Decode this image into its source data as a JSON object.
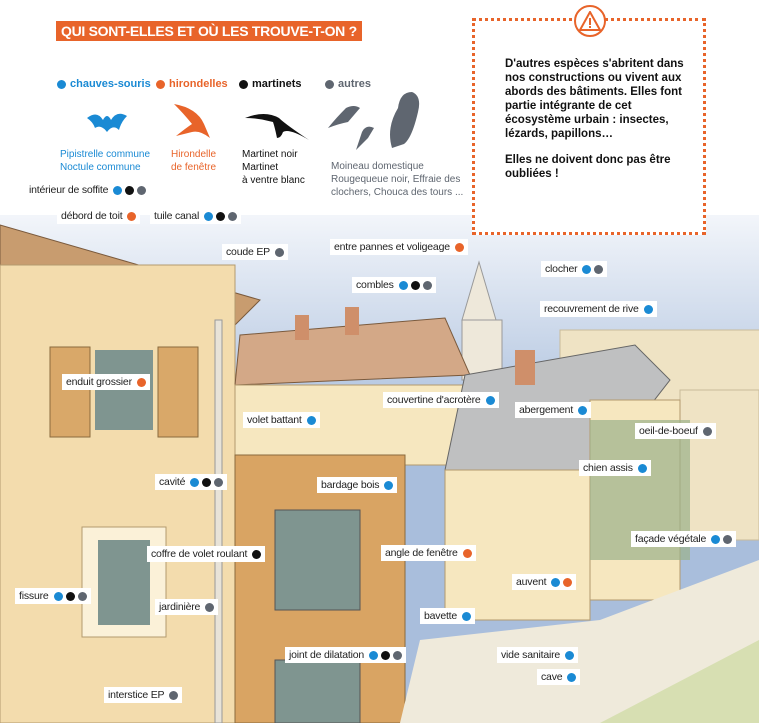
{
  "title": "QUI SONT-ELLES ET OÙ LES TROUVE-T-ON ?",
  "colors": {
    "chauves-souris": "#1a8ad4",
    "hirondelles": "#e8642a",
    "martinets": "#111111",
    "autres": "#5f6670"
  },
  "legend": [
    {
      "key": "b",
      "label": "chauves-souris",
      "species": [
        "Pipistrelle commune",
        "Noctule commune"
      ],
      "icon": "bat-icon"
    },
    {
      "key": "o",
      "label": "hirondelles",
      "species": [
        "Hirondelle",
        "de fenêtre"
      ],
      "icon": "swallow-icon"
    },
    {
      "key": "k",
      "label": "martinets",
      "species": [
        "Martinet noir",
        "Martinet",
        "à ventre blanc"
      ],
      "icon": "swift-icon"
    },
    {
      "key": "g",
      "label": "autres",
      "species": [
        "Moineau domestique",
        "Rougequeue noir, Effraie des",
        "clochers, Chouca des tours ..."
      ],
      "icon": "birds-owl-icon"
    }
  ],
  "warning": {
    "icon": "warning-triangle-icon",
    "p1": "D'autres espèces s'abritent dans nos constructions ou vivent aux abords des bâtiments. Elles font partie intégrante de cet écosystème urbain : insectes, lézards, papillons…",
    "p2": "Elles ne doivent donc pas être oubliées !"
  },
  "labels": [
    {
      "text": "intérieur de soffite",
      "dots": [
        "b",
        "k",
        "g"
      ]
    },
    {
      "text": "débord de toit",
      "dots": [
        "o"
      ]
    },
    {
      "text": "tuile canal",
      "dots": [
        "b",
        "k",
        "g"
      ]
    },
    {
      "text": "coude EP",
      "dots": [
        "g"
      ]
    },
    {
      "text": "entre pannes et voligeage",
      "dots": [
        "o"
      ]
    },
    {
      "text": "combles",
      "dots": [
        "b",
        "k",
        "g"
      ]
    },
    {
      "text": "clocher",
      "dots": [
        "b",
        "g"
      ]
    },
    {
      "text": "recouvrement de rive",
      "dots": [
        "b"
      ]
    },
    {
      "text": "enduit grossier",
      "dots": [
        "o"
      ]
    },
    {
      "text": "couvertine d'acrotère",
      "dots": [
        "b"
      ]
    },
    {
      "text": "abergement",
      "dots": [
        "b"
      ]
    },
    {
      "text": "volet battant",
      "dots": [
        "b"
      ]
    },
    {
      "text": "oeil-de-boeuf",
      "dots": [
        "g"
      ]
    },
    {
      "text": "chien assis",
      "dots": [
        "b"
      ]
    },
    {
      "text": "cavité",
      "dots": [
        "b",
        "k",
        "g"
      ]
    },
    {
      "text": "bardage bois",
      "dots": [
        "b"
      ]
    },
    {
      "text": "coffre de volet roulant",
      "dots": [
        "k"
      ]
    },
    {
      "text": "angle de fenêtre",
      "dots": [
        "o"
      ]
    },
    {
      "text": "façade végétale",
      "dots": [
        "b",
        "g"
      ]
    },
    {
      "text": "auvent",
      "dots": [
        "b",
        "o"
      ]
    },
    {
      "text": "fissure",
      "dots": [
        "b",
        "k",
        "g"
      ]
    },
    {
      "text": "jardinière",
      "dots": [
        "g"
      ]
    },
    {
      "text": "bavette",
      "dots": [
        "b"
      ]
    },
    {
      "text": "joint de dilatation",
      "dots": [
        "b",
        "k",
        "g"
      ]
    },
    {
      "text": "vide sanitaire",
      "dots": [
        "b"
      ]
    },
    {
      "text": "cave",
      "dots": [
        "b"
      ]
    },
    {
      "text": "interstice EP",
      "dots": [
        "g"
      ]
    }
  ]
}
